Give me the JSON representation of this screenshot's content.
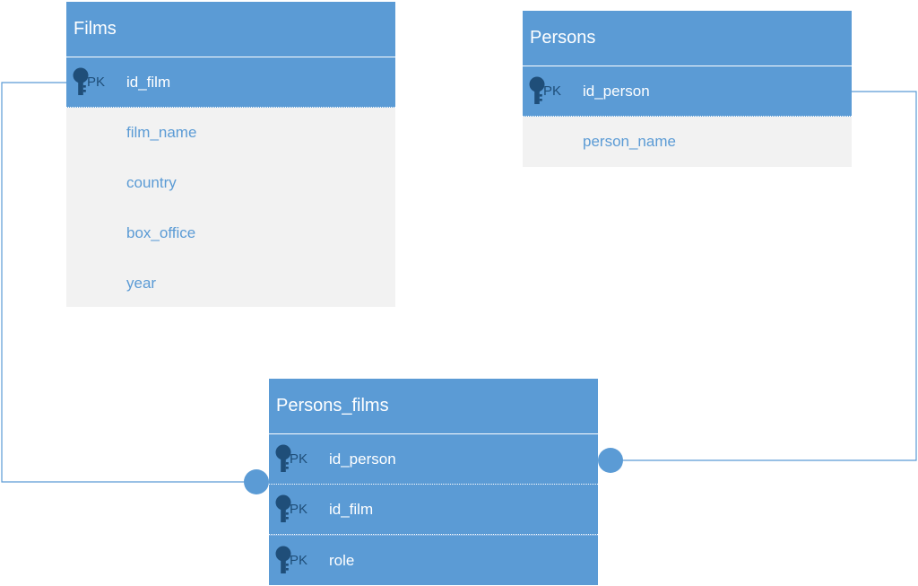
{
  "diagram": {
    "accent_color": "#5b9bd5",
    "key_color": "#1f4e79",
    "entities": {
      "films": {
        "title": "Films",
        "pk_label": "PK",
        "pk_field": "id_film",
        "fields": [
          "film_name",
          "country",
          "box_office",
          "year"
        ]
      },
      "persons": {
        "title": "Persons",
        "pk_label": "PK",
        "pk_field": "id_person",
        "fields": [
          "person_name"
        ]
      },
      "persons_films": {
        "title": "Persons_films",
        "pk_label": "PK",
        "pk_fields": [
          "id_person",
          "id_film",
          "role"
        ]
      }
    },
    "icons": {
      "primary_key": "key-icon"
    }
  }
}
